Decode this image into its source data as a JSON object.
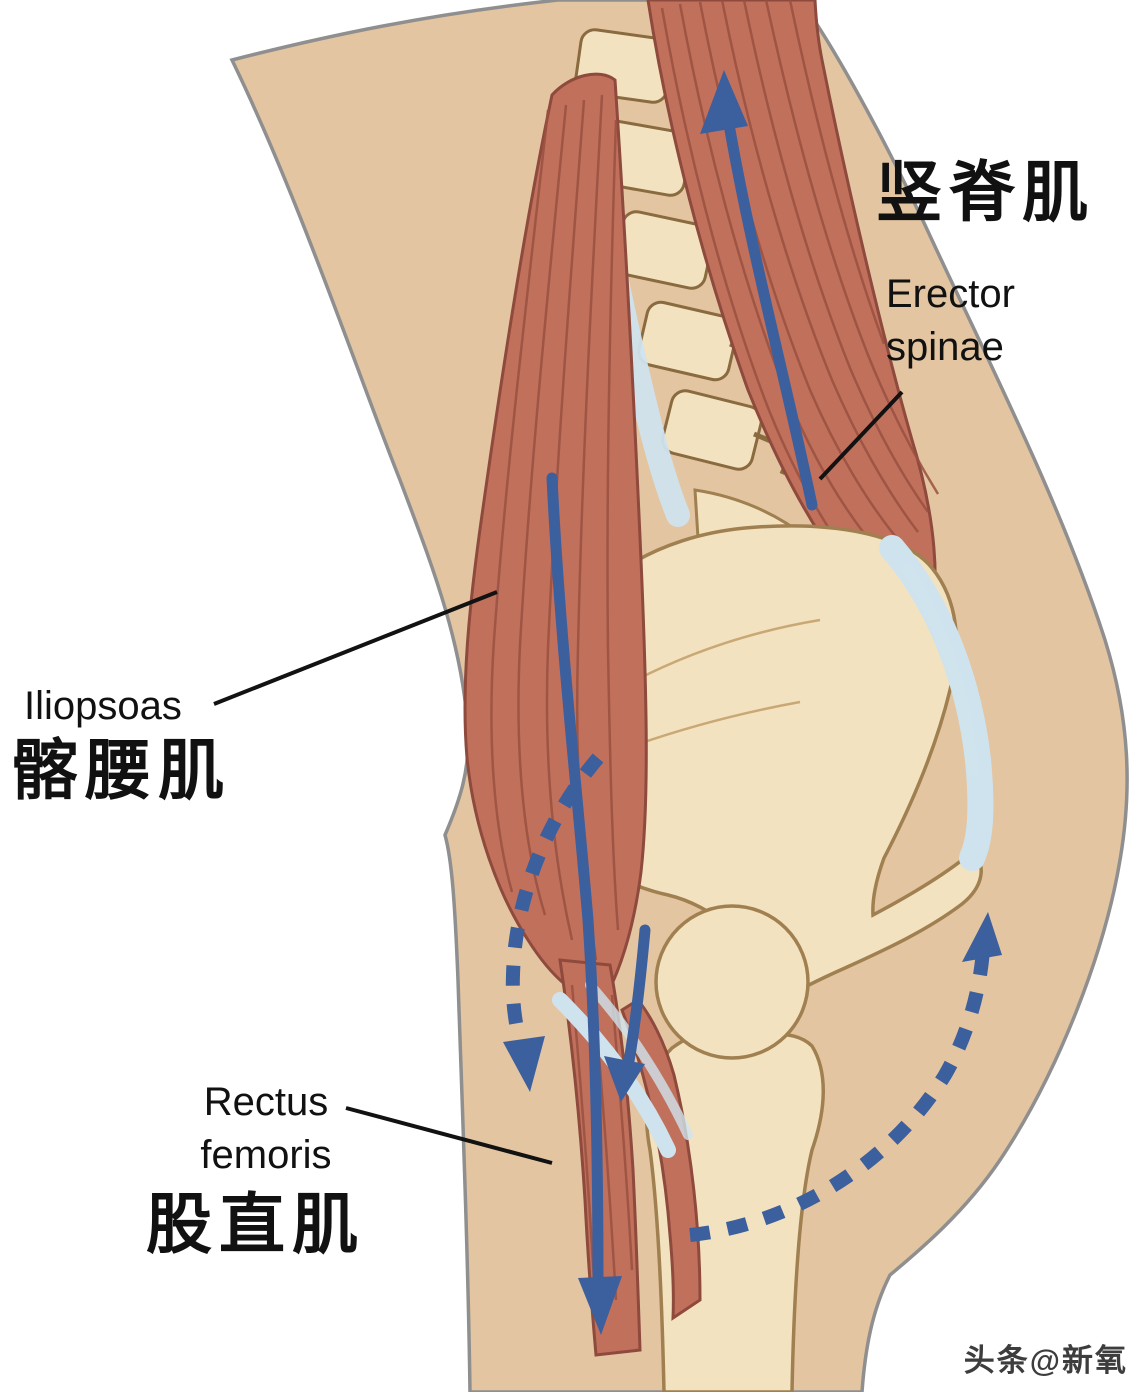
{
  "diagram": {
    "title_meaning": "pelvic-tilt-muscle-diagram",
    "labels": {
      "erector_spinae": {
        "cn": "竖脊肌",
        "en": "Erector\nspinae"
      },
      "iliopsoas": {
        "en": "Iliopsoas",
        "cn": "髂腰肌"
      },
      "rectus_femoris": {
        "en": "Rectus\nfemoris",
        "cn": "股直肌"
      }
    },
    "watermark": "头条@新氧",
    "icons": {
      "erector_arrow": "up-arrow",
      "iliopsoas_arrow": "down-arrow",
      "rectus_arrow": "down-arrow",
      "rotation_arcs": "dashed-circular-rotation-arrows"
    },
    "colors": {
      "background": "#ffffff",
      "skin": "#e4c5a1",
      "bone": "#f3e2c0",
      "bone_outline": "#a08050",
      "muscle": "#c1705c",
      "muscle_dark": "#94503f",
      "fascia_blue": "#cfe3ee",
      "arrow_blue": "#3c5f9e",
      "outline_gray": "#8f8f8f",
      "label_black": "#111111"
    }
  }
}
